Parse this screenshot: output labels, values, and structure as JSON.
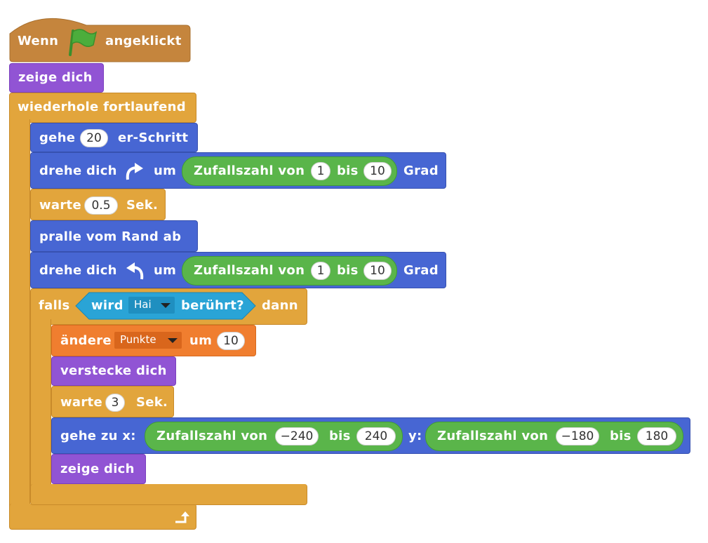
{
  "colors": {
    "events": "#c5853d",
    "looks": "#9154d4",
    "control": "#e2a53c",
    "motion": "#4766d3",
    "operators": "#5ab54a",
    "sensing": "#2aa4d6",
    "data": "#f07e2f",
    "flag": "#4cad3c"
  },
  "hat": {
    "word1": "Wenn",
    "word2": "angeklickt",
    "icon": "green-flag-icon"
  },
  "show1": {
    "label": "zeige dich"
  },
  "forever": {
    "label": "wiederhole fortlaufend",
    "icon": "loop-arrow-icon"
  },
  "move": {
    "label1": "gehe",
    "steps": "20",
    "label2": "er-Schritt"
  },
  "turn_right": {
    "label1": "drehe dich",
    "icon": "rotate-right-icon",
    "label2": "um",
    "rand_label": "Zufallszahl von",
    "from": "1",
    "bis": "bis",
    "to": "10",
    "unit": "Grad"
  },
  "wait1": {
    "label1": "warte",
    "value": "0.5",
    "label2": "Sek."
  },
  "bounce": {
    "label": "pralle vom Rand ab"
  },
  "turn_left": {
    "label1": "drehe dich",
    "icon": "rotate-left-icon",
    "label2": "um",
    "rand_label": "Zufallszahl von",
    "from": "1",
    "bis": "bis",
    "to": "10",
    "unit": "Grad"
  },
  "if_block": {
    "label1": "falls",
    "label2": "dann",
    "touching": {
      "label1": "wird",
      "target": "Hai",
      "label2": "berührt?"
    }
  },
  "change_var": {
    "label1": "ändere",
    "var": "Punkte",
    "label2": "um",
    "value": "10"
  },
  "hide": {
    "label": "verstecke dich"
  },
  "wait2": {
    "label1": "warte",
    "value": "3",
    "label2": "Sek."
  },
  "goto": {
    "label": "gehe zu x:",
    "x_rand": {
      "label": "Zufallszahl von",
      "from": "−240",
      "bis": "bis",
      "to": "240"
    },
    "y_label": "y:",
    "y_rand": {
      "label": "Zufallszahl von",
      "from": "−180",
      "bis": "bis",
      "to": "180"
    }
  },
  "show2": {
    "label": "zeige dich"
  }
}
